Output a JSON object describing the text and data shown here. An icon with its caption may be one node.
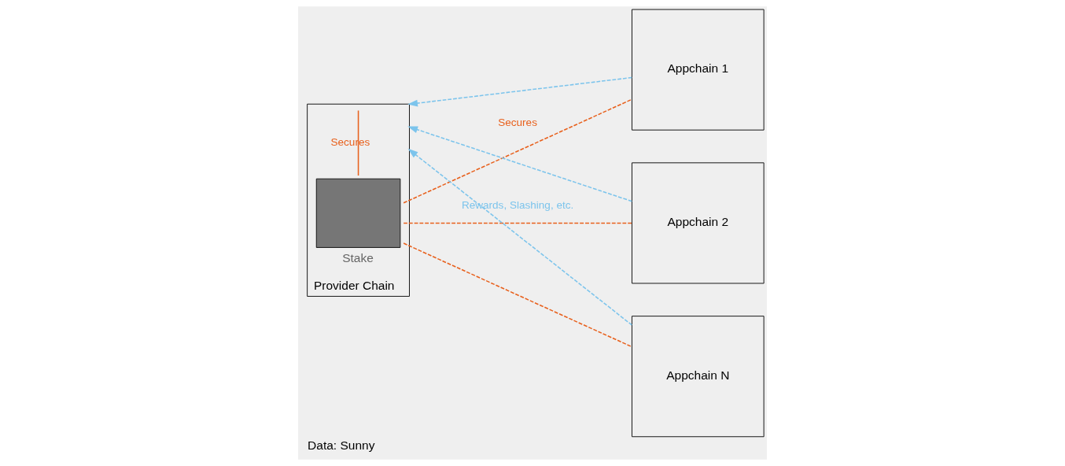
{
  "diagram": {
    "caption": "Data: Sunny",
    "nodes": [
      {
        "text": [
          "Provider Chain"
        ]
      },
      {
        "text": [
          "Stake"
        ],
        "in": 0
      },
      {
        "text": [
          "Appchain 1"
        ]
      },
      {
        "text": [
          "Appchain 2"
        ]
      },
      {
        "text": [
          "Appchain N"
        ]
      }
    ],
    "edges": [
      {
        "from": 1,
        "to": 0,
        "arrow": "none",
        "label": "Secures",
        "color": "#e8601c"
      },
      {
        "from": 1,
        "to": 2,
        "arrow": "none",
        "label": "Secures",
        "style": "dashed",
        "color": "#e8601c"
      },
      {
        "from": 2,
        "to": 0,
        "arrow": "to",
        "style": "dashed",
        "color": "#7cc4ec"
      },
      {
        "from": 1,
        "to": 3,
        "arrow": "none",
        "style": "dashed",
        "color": "#e8601c"
      },
      {
        "from": 3,
        "to": 0,
        "arrow": "to",
        "style": "dashed",
        "color": "#7cc4ec"
      },
      {
        "from": 1,
        "to": 4,
        "arrow": "none",
        "style": "dashed",
        "color": "#e8601c"
      },
      {
        "from": 4,
        "to": 0,
        "arrow": "to",
        "label": "Rewards, Slashing, etc.",
        "style": "dashed",
        "color": "#7cc4ec"
      }
    ]
  }
}
